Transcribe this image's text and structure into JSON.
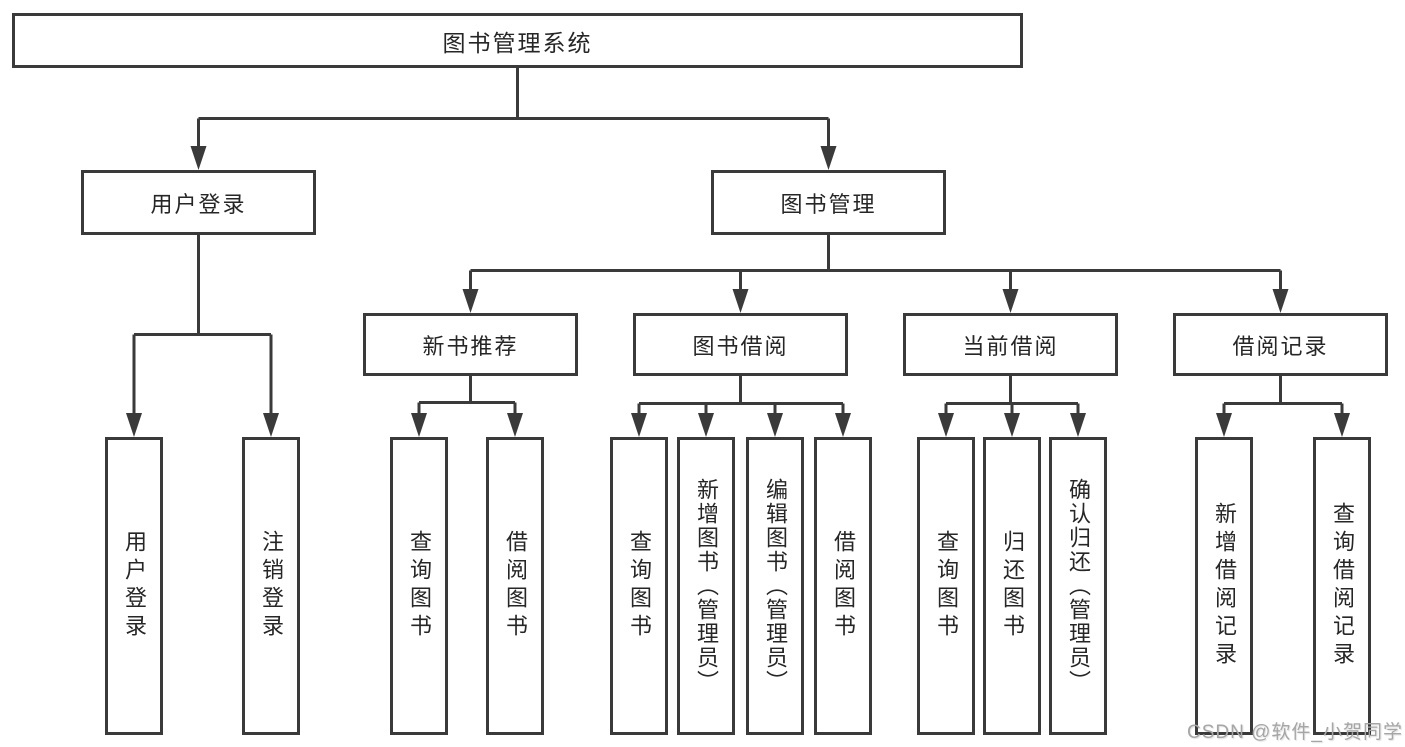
{
  "diagram": {
    "type": "tree",
    "root": {
      "label": "图书管理系统"
    },
    "level2": [
      {
        "label": "用户登录"
      },
      {
        "label": "图书管理"
      }
    ],
    "level3": [
      {
        "label": "新书推荐"
      },
      {
        "label": "图书借阅"
      },
      {
        "label": "当前借阅"
      },
      {
        "label": "借阅记录"
      }
    ],
    "leaves": {
      "user_login": [
        "用户登录",
        "注销登录"
      ],
      "new_books": [
        "查询图书",
        "借阅图书"
      ],
      "book_borrow": [
        "查询图书",
        "新增图书（管理员）",
        "编辑图书（管理员）",
        "借阅图书"
      ],
      "current_borrow": [
        "查询图书",
        "归还图书",
        "确认归还（管理员）"
      ],
      "borrow_records": [
        "新增借阅记录",
        "查询借阅记录"
      ]
    },
    "colors": {
      "line": "#3a3a3a",
      "box_border": "#3a3a3a",
      "box_fill": "#ffffff",
      "text": "#262626",
      "watermark": "#a6a6a6"
    },
    "watermark": "CSDN @软件_小贺同学"
  }
}
